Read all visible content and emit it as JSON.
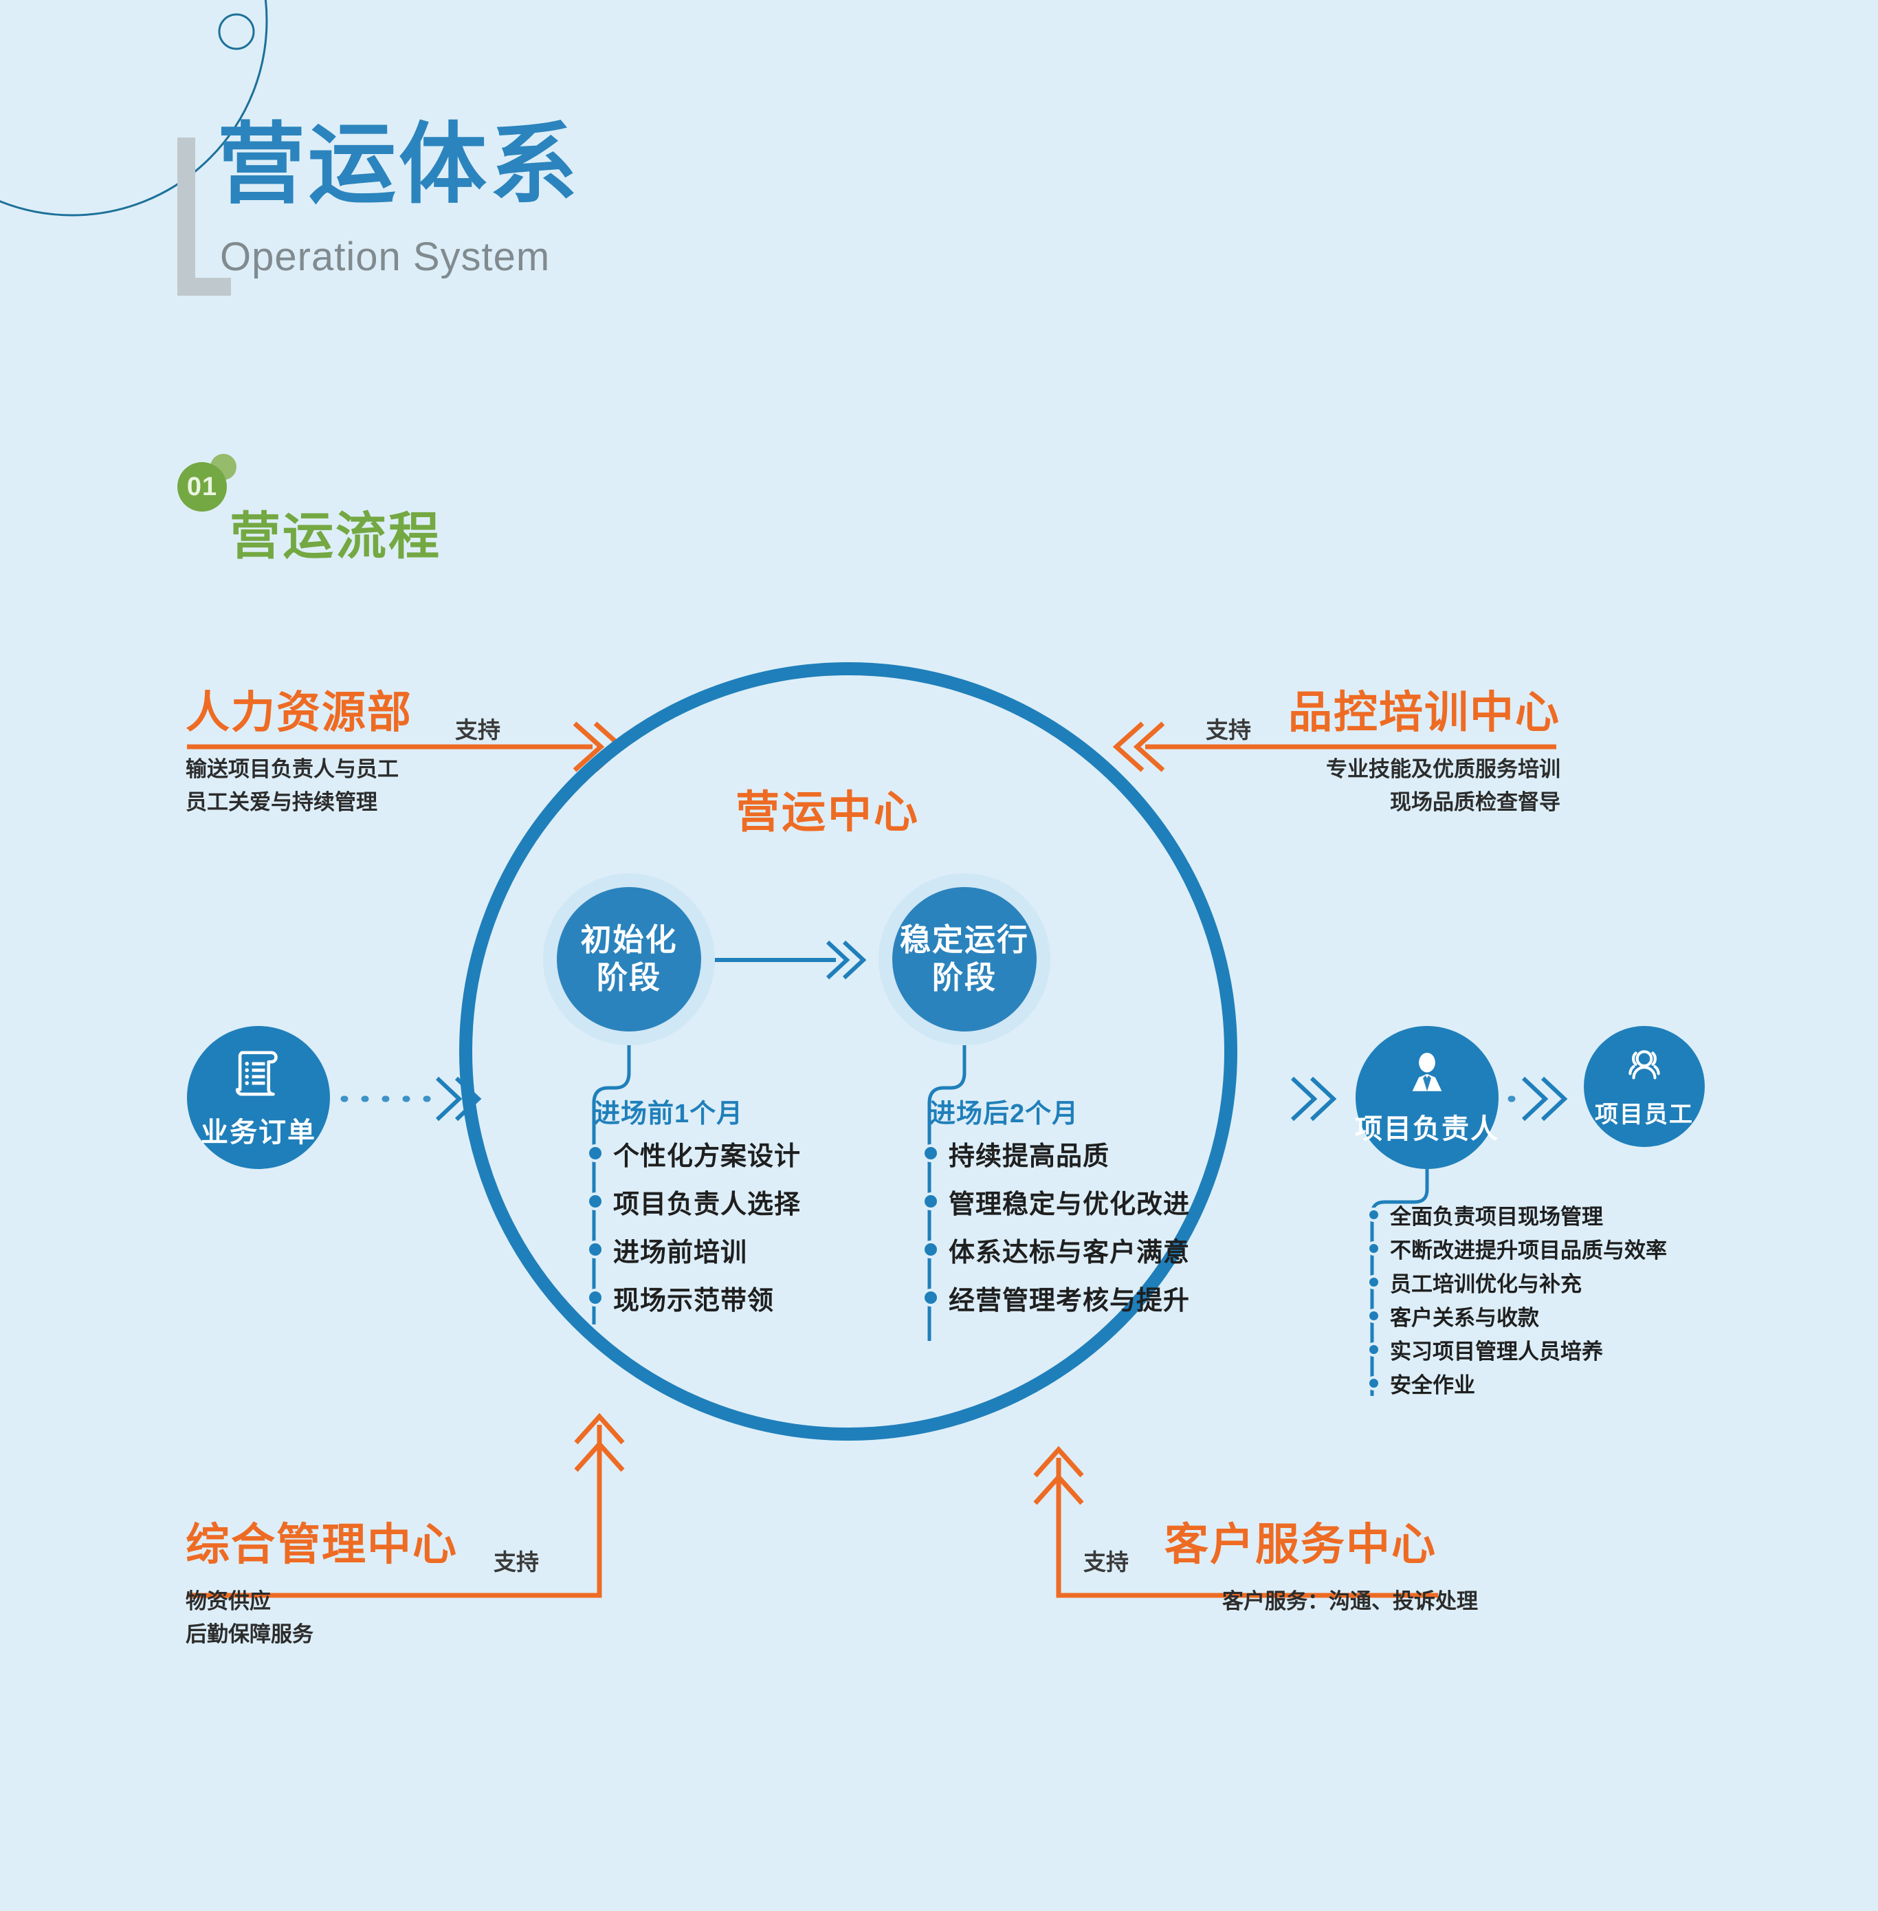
{
  "header": {
    "title_cn": "营运体系",
    "title_en": "Operation System"
  },
  "section": {
    "number": "01",
    "title": "营运流程"
  },
  "center": {
    "title": "营运中心",
    "stages": [
      {
        "name": "初始化",
        "name2": "阶段"
      },
      {
        "name": "稳定运行",
        "name2": "阶段"
      }
    ],
    "detail_lists": [
      {
        "heading": "进场前1个月",
        "items": [
          "个性化方案设计",
          "项目负责人选择",
          "进场前培训",
          "现场示范带领"
        ]
      },
      {
        "heading": "进场后2个月",
        "items": [
          "持续提高品质",
          "管理稳定与优化改进",
          "体系达标与客户满意",
          "经营管理考核与提升"
        ]
      }
    ]
  },
  "nodes": {
    "order": {
      "label": "业务订单",
      "icon": "order-document-icon"
    },
    "leader": {
      "label": "项目负责人",
      "icon": "manager-person-icon"
    },
    "staff": {
      "label": "项目员工",
      "icon": "people-group-icon"
    }
  },
  "leader_duties": [
    "全面负责项目现场管理",
    "不断改进提升项目品质与效率",
    "员工培训优化与补充",
    "客户关系与收款",
    "实习项目管理人员培养",
    "安全作业"
  ],
  "support_blocks": {
    "hr": {
      "title": "人力资源部",
      "support_label": "支持",
      "lines": [
        "输送项目负责人与员工",
        "员工关爱与持续管理"
      ]
    },
    "qc": {
      "title": "品控培训中心",
      "support_label": "支持",
      "lines": [
        "专业技能及优质服务培训",
        "现场品质检查督导"
      ]
    },
    "gm": {
      "title": "综合管理中心",
      "support_label": "支持",
      "lines": [
        "物资供应",
        "后勤保障服务"
      ]
    },
    "cs": {
      "title": "客户服务中心",
      "support_label": "支持",
      "lines": [
        "客户服务：沟通、投诉处理"
      ]
    }
  },
  "colors": {
    "background": "#ddeef8",
    "blue": "#1f7fba",
    "blue_mid": "#2b83bd",
    "orange": "#ee6b24",
    "green": "#74a842",
    "grey": "#808a8f",
    "halo": "#d0e7f5"
  }
}
